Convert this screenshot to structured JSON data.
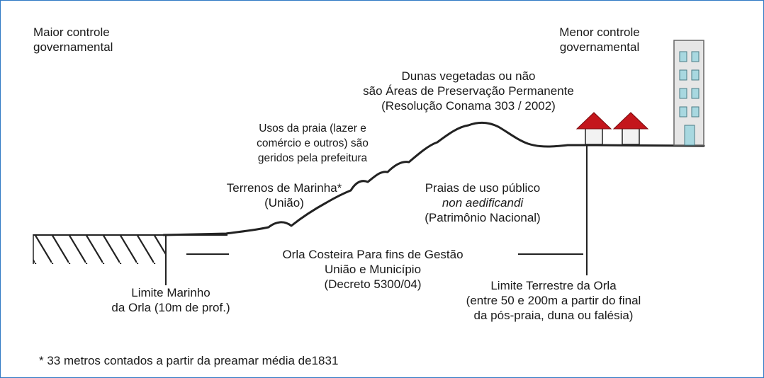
{
  "labels": {
    "maior_controle": [
      "Maior controle",
      "governamental"
    ],
    "menor_controle": [
      "Menor controle",
      "governamental"
    ],
    "dunas": [
      "Dunas vegetadas ou não",
      "são Áreas de Preservação Permanente",
      "(Resolução Conama 303 / 2002)"
    ],
    "usos_praia": [
      "Usos da praia (lazer e",
      "comércio e outros) são",
      "geridos pela prefeitura"
    ],
    "terrenos_marinha": [
      "Terrenos de Marinha*",
      "(União)"
    ],
    "praias_uso_publico": [
      "Praias de uso público",
      "non aedificandi",
      "(Patrimônio Nacional)"
    ],
    "orla_costeira": [
      "Orla Costeira Para fins de Gestão",
      "União e Município",
      "(Decreto 5300/04)"
    ],
    "limite_marinho": [
      "Limite Marinho",
      "da Orla (10m de prof.)"
    ],
    "limite_terrestre": [
      "Limite Terrestre da Orla",
      "(entre 50 e 200m a partir do final",
      "da pós-praia, duna ou falésia)"
    ],
    "footnote": "* 33 metros contados a partir  da preamar média de1831"
  },
  "colors": {
    "frame_border": "#2f79c4",
    "roof": "#c4161c",
    "building_wall": "#e6e6e6",
    "window": "#a8d8e0",
    "ink": "#1a1a1a"
  }
}
